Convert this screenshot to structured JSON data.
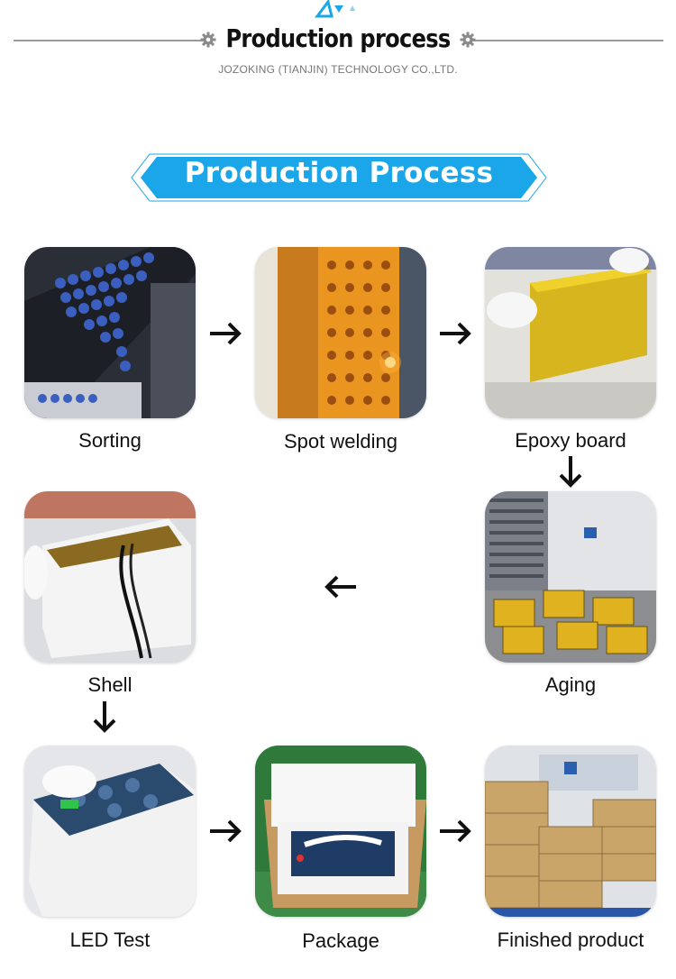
{
  "header": {
    "title": "Production process",
    "subtitle": "JOZOKING (TIANJIN) TECHNOLOGY CO.,LTD."
  },
  "banner": {
    "title": "Production Process",
    "color": "#1aa6e8"
  },
  "steps": [
    {
      "label": "Sorting",
      "icon": "battery-cells-photo"
    },
    {
      "label": "Spot welding",
      "icon": "welding-photo"
    },
    {
      "label": "Epoxy board",
      "icon": "epoxy-board-photo"
    },
    {
      "label": "Aging",
      "icon": "aging-rack-photo"
    },
    {
      "label": "Shell",
      "icon": "battery-shell-photo"
    },
    {
      "label": "LED Test",
      "icon": "led-test-photo"
    },
    {
      "label": "Package",
      "icon": "package-box-photo"
    },
    {
      "label": "Finished product",
      "icon": "pallet-boxes-photo"
    }
  ],
  "arrows": [
    "arrow-right-icon",
    "arrow-right-icon",
    "arrow-down-icon",
    "arrow-left-icon",
    "arrow-down-icon",
    "arrow-right-icon",
    "arrow-right-icon"
  ]
}
